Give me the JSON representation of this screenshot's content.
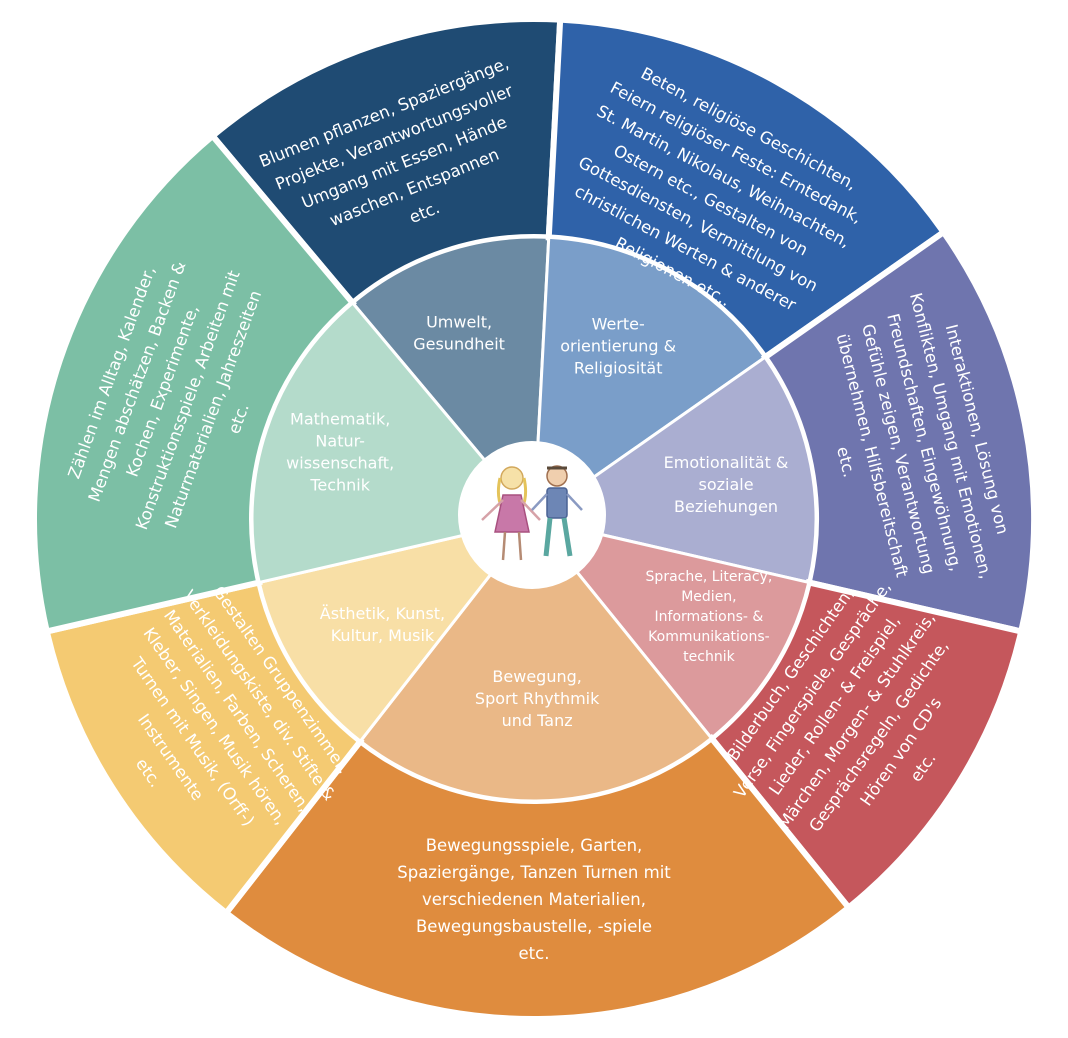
{
  "segments": [
    {
      "key": "umwelt",
      "outer_color": "#1f4b73",
      "inner_color": "#6b8aa3",
      "inner_lines": [
        "Umwelt,",
        "Gesundheit"
      ],
      "outer_lines": [
        "Blumen pflanzen, Spaziergänge,",
        "Projekte, Verantwortungsvoller",
        "Umgang mit Essen, Hände",
        "waschen, Entspannen",
        "etc."
      ]
    },
    {
      "key": "werte",
      "outer_color": "#2f62a9",
      "inner_color": "#7a9ec9",
      "inner_lines": [
        "Werte-",
        "orientierung &",
        "Religiosität"
      ],
      "outer_lines": [
        "Beten, religiöse Geschichten,",
        "Feiern religiöser Feste: Erntedank,",
        "St. Martin, Nikolaus, Weihnachten,",
        "Ostern etc., Gestalten von",
        "Gottesdiensten, Vermittlung von",
        "christlichen Werten & anderer",
        "Religionen etc.."
      ]
    },
    {
      "key": "emotional",
      "outer_color": "#6f75ae",
      "inner_color": "#aaaed1",
      "inner_lines": [
        "Emotionalität &",
        "soziale",
        "Beziehungen"
      ],
      "outer_lines": [
        "Interaktionen, Lösung von",
        "Konflikten, Umgang mit Emotionen,",
        "Freundschaften, Eingewöhnung,",
        "Gefühle zeigen, Verantwortung",
        "übernehmen, Hilfsbereitschaft",
        "etc."
      ]
    },
    {
      "key": "sprache",
      "outer_color": "#c5575c",
      "inner_color": "#dc9a9c",
      "inner_lines": [
        "Sprache, Literacy,",
        "Medien,",
        "Informations- &",
        "Kommunikations-",
        "technik"
      ],
      "outer_lines": [
        "Bilderbuch, Geschichten,",
        "Verse, Fingerspiele, Gespräche,",
        "Lieder, Rollen- & Freispiel,",
        "Märchen, Morgen- & Stuhlkreis,",
        "Gesprächsregeln, Gedichte,",
        "Hören von CD's",
        "etc."
      ]
    },
    {
      "key": "bewegung",
      "outer_color": "#df8c3e",
      "inner_color": "#eab887",
      "inner_lines": [
        "Bewegung,",
        "Sport Rhythmik",
        "und Tanz"
      ],
      "outer_lines": [
        "Bewegungsspiele, Garten,",
        "Spaziergänge, Tanzen Turnen mit",
        "verschiedenen Materialien,",
        "Bewegungsbaustelle, -spiele",
        "etc."
      ]
    },
    {
      "key": "aesthetik",
      "outer_color": "#f4ca72",
      "inner_color": "#f8dfa6",
      "inner_lines": [
        "Ästhetik, Kunst,",
        "Kultur, Musik"
      ],
      "outer_lines": [
        "Gestalten Gruppenzimmer,",
        "Verkleidungskiste, div. Stifte &",
        "Materialien, Farben, Scheren,",
        "Kleber, Singen, Musik hören,",
        "Turnen mit Musik, (Orff-)",
        "Instrumente",
        "etc."
      ]
    },
    {
      "key": "mathematik",
      "outer_color": "#7cbfa5",
      "inner_color": "#b4dbcb",
      "inner_lines": [
        "Mathematik,",
        "Natur-",
        "wissenschaft,",
        "Technik"
      ],
      "outer_lines": [
        "Zählen im Alltag, Kalender,",
        "Mengen abschätzen, Backen &",
        "Kochen, Experimente,",
        "Konstruktionsspiele, Arbeiten mit",
        "Naturmaterialien, Jahreszeiten",
        "etc."
      ]
    }
  ]
}
